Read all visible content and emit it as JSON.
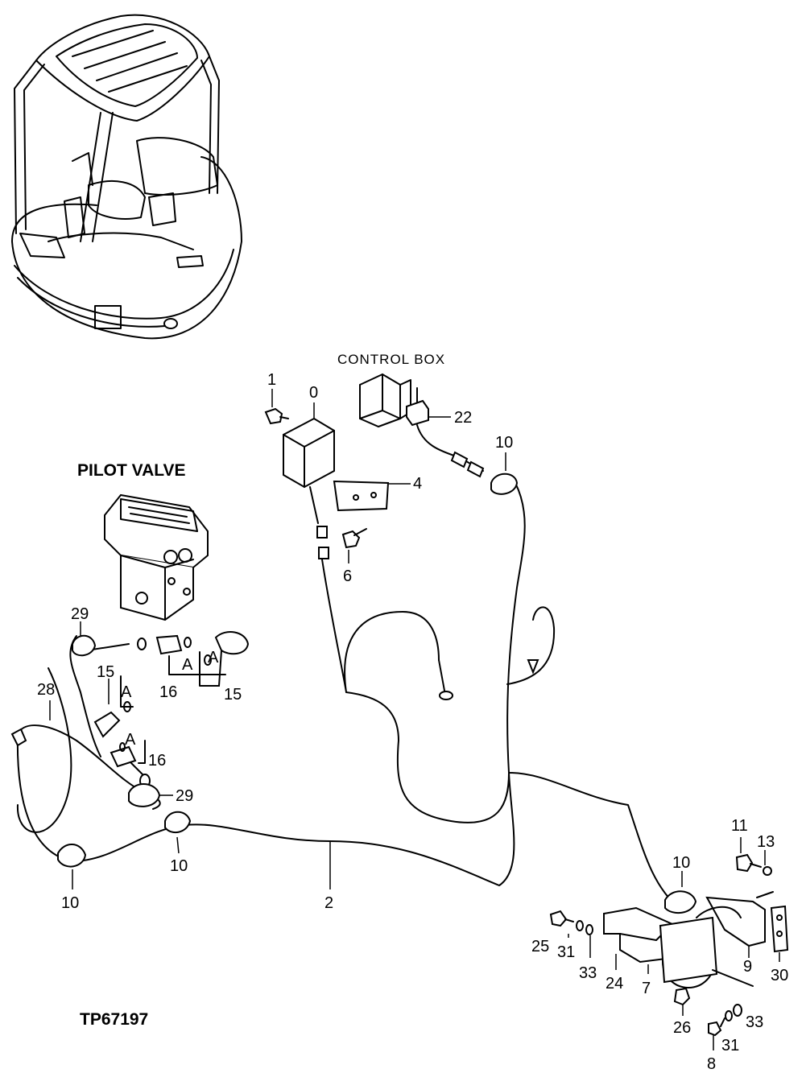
{
  "labels": {
    "pilot_valve": "PILOT VALVE",
    "control_box": "CONTROL  BOX",
    "figure_id": "TP67197"
  },
  "callouts": {
    "c0": "0",
    "c1": "1",
    "c2": "2",
    "c4": "4",
    "c6": "6",
    "c7": "7",
    "c8": "8",
    "c9": "9",
    "c10a": "10",
    "c10b": "10",
    "c10c": "10",
    "c10d": "10",
    "c11": "11",
    "c13": "13",
    "c15a": "15",
    "c15b": "15",
    "c16a": "16",
    "c16b": "16",
    "c22": "22",
    "c24": "24",
    "c25": "25",
    "c26": "26",
    "c28": "28",
    "c29a": "29",
    "c29b": "29",
    "c30": "30",
    "c31a": "31",
    "c31b": "31",
    "c33a": "33",
    "c33b": "33",
    "ref_a1": "A",
    "ref_a2": "A",
    "ref_a3": "A",
    "ref_a4": "A"
  }
}
